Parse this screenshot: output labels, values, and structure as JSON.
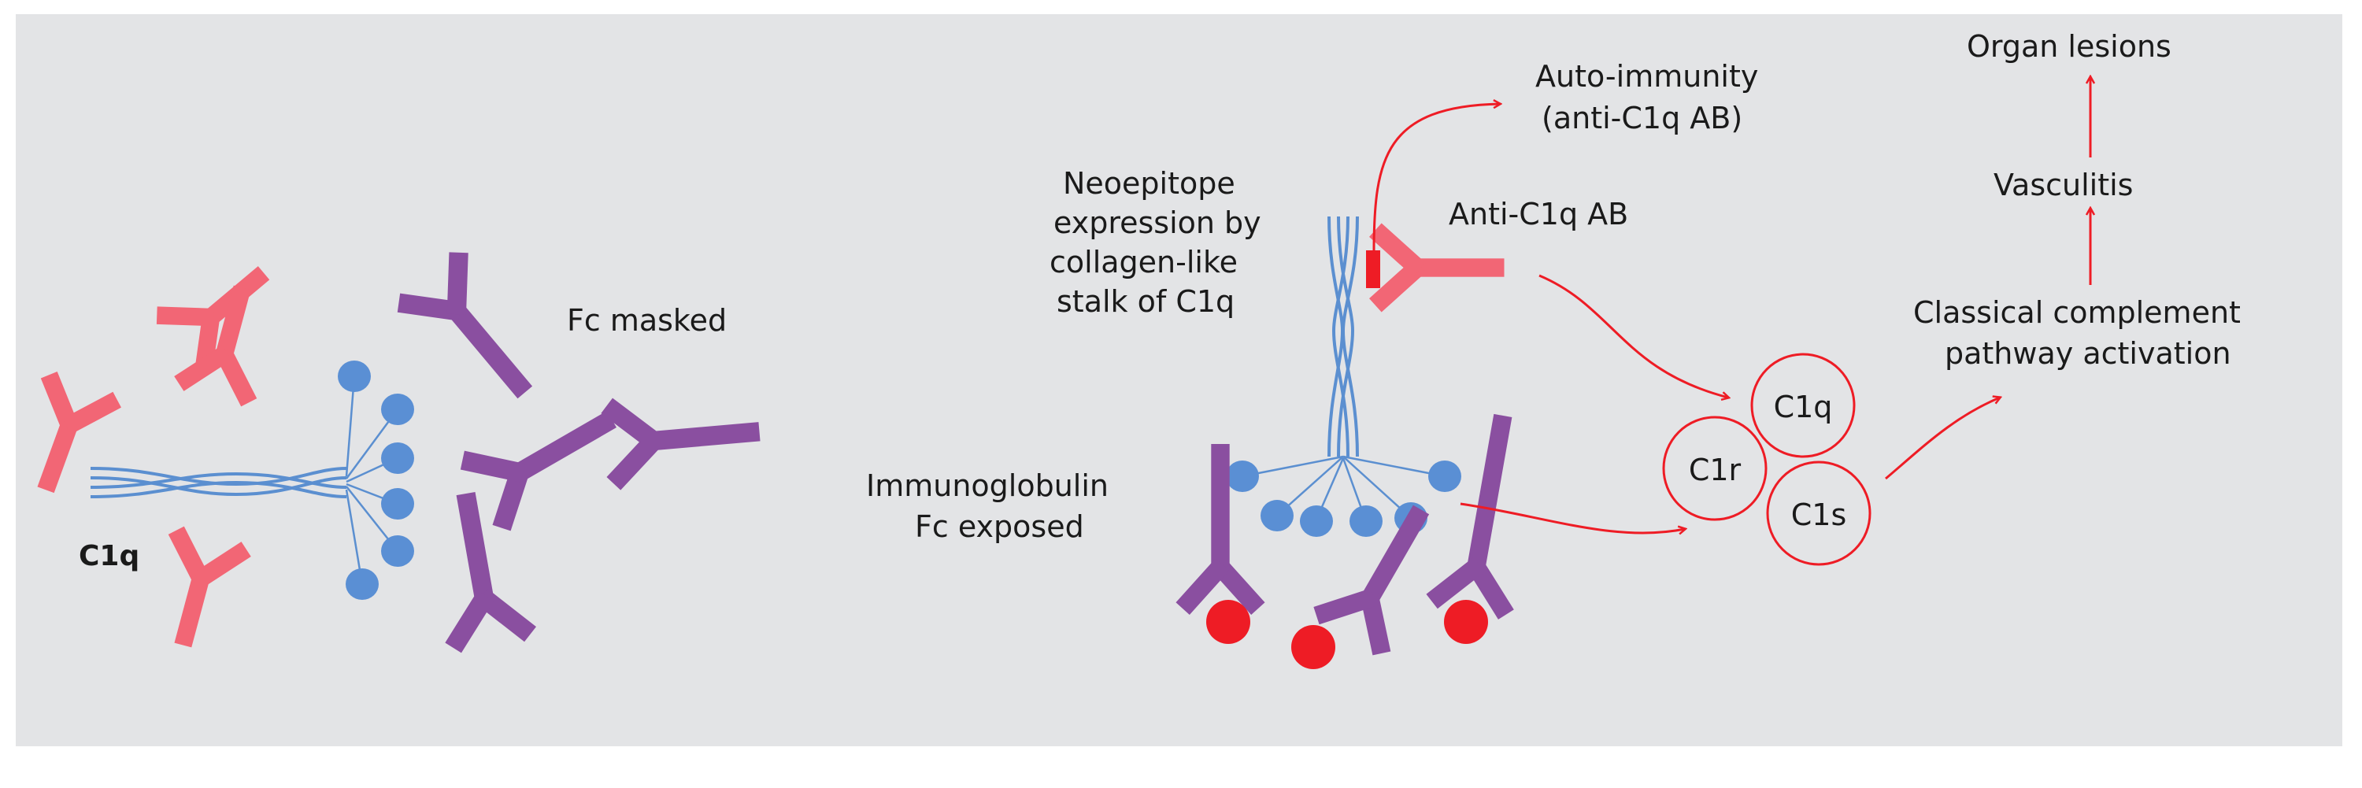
{
  "labels": {
    "c1q": "C1q",
    "fc_masked": "Fc masked",
    "neoepitope_1": "Neoepitope",
    "neoepitope_2": "expression by",
    "neoepitope_3": "collagen-like",
    "neoepitope_4": "stalk of C1q",
    "immunoglobulin_1": "Immunoglobulin",
    "immunoglobulin_2": "Fc exposed",
    "autoimmunity_1": "Auto-immunity",
    "autoimmunity_2": "(anti-C1q AB)",
    "anti_c1q_ab": "Anti-C1q AB",
    "complex_c1q": "C1q",
    "complex_c1r": "C1r",
    "complex_c1s": "C1s",
    "classical_1": "Classical complement",
    "classical_2": "pathway activation",
    "vasculitis": "Vasculitis",
    "organ_lesions": "Organ lesions"
  },
  "colors": {
    "panel_bg": "#e3e4e6",
    "antibody_pink": "#f26675",
    "antibody_purple": "#8a4fa0",
    "c1q_blue": "#5b8fd0",
    "c1q_head": "#5a8fd4",
    "pathway_red": "#ee1c25",
    "antigen_red": "#ee1c25"
  }
}
